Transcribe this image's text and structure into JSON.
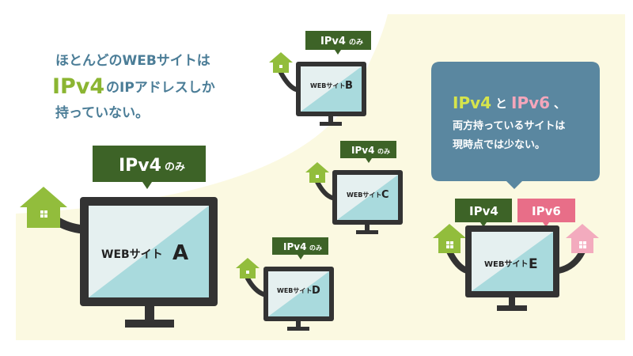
{
  "intro": {
    "line1": "ほとんどのWEBサイトは",
    "line2_emph": "IPv4",
    "line2_rest": "のIPアドレスしか",
    "line3": "持っていない。"
  },
  "callout": {
    "v4": "IPv4",
    "and": "と",
    "v6": "IPv6",
    "comma": "、",
    "line2": "両方持っているサイトは",
    "line3": "現時点では少ない。"
  },
  "tags": {
    "ipv4": "IPv4",
    "ipv6": "IPv6",
    "only": "のみ"
  },
  "sites": {
    "prefix": "WEBサイト",
    "a": "A",
    "b": "B",
    "c": "C",
    "d": "D",
    "e": "E"
  },
  "colors": {
    "background_cream": "#fbf9e1",
    "text_blue": "#4b7d97",
    "emphasis_green": "#8bb532",
    "tag_green": "#3d6327",
    "tag_pink": "#e86e88",
    "house_green": "#92bd3c",
    "house_pink": "#f3abbe",
    "monitor_dark": "#333333",
    "screen_teal": "#a9dadd",
    "screen_light": "#e5f0f0",
    "callout_box": "#5a87a0",
    "callout_v6_pink": "#f4a6bb"
  }
}
